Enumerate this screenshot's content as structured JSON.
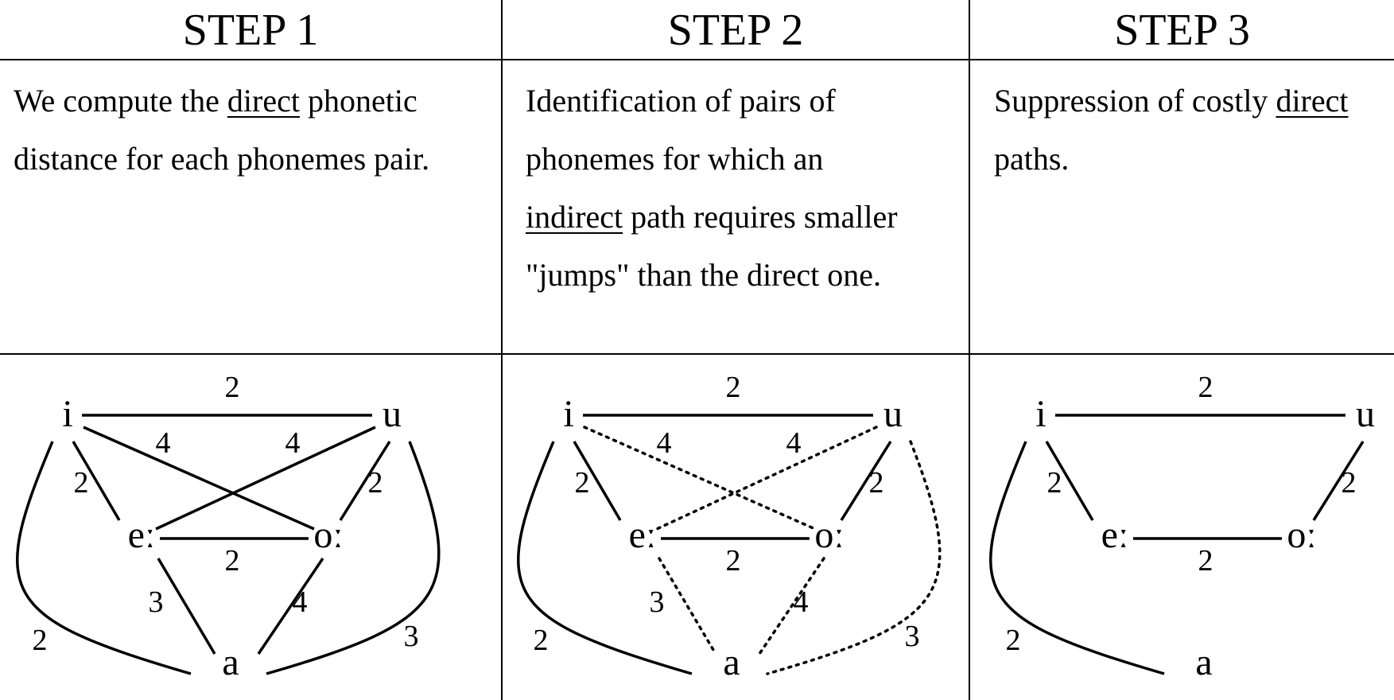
{
  "steps": [
    {
      "title": "STEP 1",
      "description": [
        {
          "text": "We compute the "
        },
        {
          "text": "direct",
          "underline": true
        },
        {
          "text": " phonetic distance for each phonemes pair."
        }
      ],
      "graph": {
        "nodes": {
          "i": "i",
          "u": "u",
          "e": "eː",
          "o": "oː",
          "a": "a"
        },
        "edges": [
          {
            "id": "i-u",
            "weight": "2",
            "style": "solid"
          },
          {
            "id": "i-o",
            "weight": "4",
            "style": "solid"
          },
          {
            "id": "u-e",
            "weight": "4",
            "style": "solid"
          },
          {
            "id": "i-e",
            "weight": "2",
            "style": "solid"
          },
          {
            "id": "u-o",
            "weight": "2",
            "style": "solid"
          },
          {
            "id": "e-o",
            "weight": "2",
            "style": "solid"
          },
          {
            "id": "e-a",
            "weight": "3",
            "style": "solid"
          },
          {
            "id": "o-a",
            "weight": "4",
            "style": "solid"
          },
          {
            "id": "i-a",
            "weight": "2",
            "style": "solid"
          },
          {
            "id": "u-a",
            "weight": "3",
            "style": "solid"
          }
        ]
      }
    },
    {
      "title": "STEP 2",
      "description": [
        {
          "text": "Identification of pairs of phonemes for which an "
        },
        {
          "text": "indirect",
          "underline": true
        },
        {
          "text": " path requires smaller \"jumps\" than the direct one."
        }
      ],
      "graph": {
        "nodes": {
          "i": "i",
          "u": "u",
          "e": "eː",
          "o": "oː",
          "a": "a"
        },
        "edges": [
          {
            "id": "i-u",
            "weight": "2",
            "style": "solid"
          },
          {
            "id": "i-o",
            "weight": "4",
            "style": "dotted"
          },
          {
            "id": "u-e",
            "weight": "4",
            "style": "dotted"
          },
          {
            "id": "i-e",
            "weight": "2",
            "style": "solid"
          },
          {
            "id": "u-o",
            "weight": "2",
            "style": "solid"
          },
          {
            "id": "e-o",
            "weight": "2",
            "style": "solid"
          },
          {
            "id": "e-a",
            "weight": "3",
            "style": "dotted"
          },
          {
            "id": "o-a",
            "weight": "4",
            "style": "dotted"
          },
          {
            "id": "i-a",
            "weight": "2",
            "style": "solid"
          },
          {
            "id": "u-a",
            "weight": "3",
            "style": "dotted"
          }
        ]
      }
    },
    {
      "title": "STEP 3",
      "description": [
        {
          "text": "Suppression of costly "
        },
        {
          "text": "direct",
          "underline": true
        },
        {
          "text": " paths."
        }
      ],
      "graph": {
        "nodes": {
          "i": "i",
          "u": "u",
          "e": "eː",
          "o": "oː",
          "a": "a"
        },
        "edges": [
          {
            "id": "i-u",
            "weight": "2",
            "style": "solid"
          },
          {
            "id": "i-e",
            "weight": "2",
            "style": "solid"
          },
          {
            "id": "u-o",
            "weight": "2",
            "style": "solid"
          },
          {
            "id": "e-o",
            "weight": "2",
            "style": "solid"
          },
          {
            "id": "i-a",
            "weight": "2",
            "style": "solid"
          }
        ]
      }
    }
  ]
}
